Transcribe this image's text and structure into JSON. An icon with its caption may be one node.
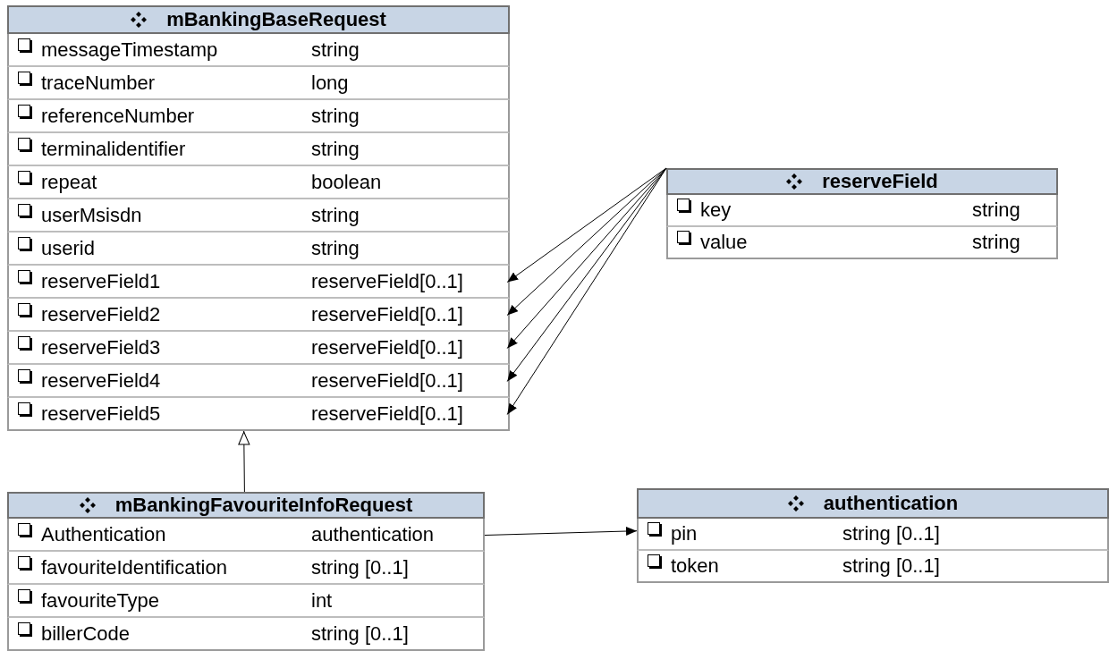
{
  "diagram": {
    "nodes": [
      {
        "text": [
          "mBankingBaseRequest"
        ]
      },
      {
        "text": [
          "messageTimestamp",
          "string"
        ],
        "in": 0
      },
      {
        "text": [
          "traceNumber",
          "long"
        ],
        "in": 0
      },
      {
        "text": [
          "referenceNumber",
          "string"
        ],
        "in": 0
      },
      {
        "text": [
          "terminalidentifier",
          "string"
        ],
        "in": 0
      },
      {
        "text": [
          "repeat",
          "boolean"
        ],
        "in": 0
      },
      {
        "text": [
          "userMsisdn",
          "string"
        ],
        "in": 0
      },
      {
        "text": [
          "userid",
          "string"
        ],
        "in": 0
      },
      {
        "text": [
          "reserveField1",
          "reserveField[0..1]"
        ],
        "in": 0
      },
      {
        "text": [
          "reserveField2",
          "reserveField[0..1]"
        ],
        "in": 0
      },
      {
        "text": [
          "reserveField3",
          "reserveField[0..1]"
        ],
        "in": 0
      },
      {
        "text": [
          "reserveField4",
          "reserveField[0..1]"
        ],
        "in": 0
      },
      {
        "text": [
          "reserveField5",
          "reserveField[0..1]"
        ],
        "in": 0
      },
      {
        "text": [
          "reserveField"
        ]
      },
      {
        "text": [
          "key",
          "string"
        ],
        "in": 13
      },
      {
        "text": [
          "value",
          "string"
        ],
        "in": 13
      },
      {
        "text": [
          "mBankingFavouriteInfoRequest"
        ]
      },
      {
        "text": [
          "Authentication",
          "authentication"
        ],
        "in": 16
      },
      {
        "text": [
          "favouriteIdentification",
          "string [0..1]"
        ],
        "in": 16
      },
      {
        "text": [
          "favouriteType",
          "int"
        ],
        "in": 16
      },
      {
        "text": [
          "billerCode",
          "string [0..1]"
        ],
        "in": 16
      },
      {
        "text": [
          "authentication"
        ]
      },
      {
        "text": [
          "pin",
          "string [0..1]"
        ],
        "in": 21
      },
      {
        "text": [
          "token",
          "string [0..1]"
        ],
        "in": 21
      }
    ],
    "edges": [
      {
        "from": 13,
        "to": 8,
        "arrow": "to"
      },
      {
        "from": 13,
        "to": 9,
        "arrow": "to"
      },
      {
        "from": 13,
        "to": 10,
        "arrow": "to"
      },
      {
        "from": 13,
        "to": 11,
        "arrow": "to"
      },
      {
        "from": 13,
        "to": 12,
        "arrow": "to"
      },
      {
        "from": 16,
        "to": 0,
        "arrow": "to"
      },
      {
        "from": 17,
        "to": 21,
        "arrow": "to"
      }
    ]
  }
}
